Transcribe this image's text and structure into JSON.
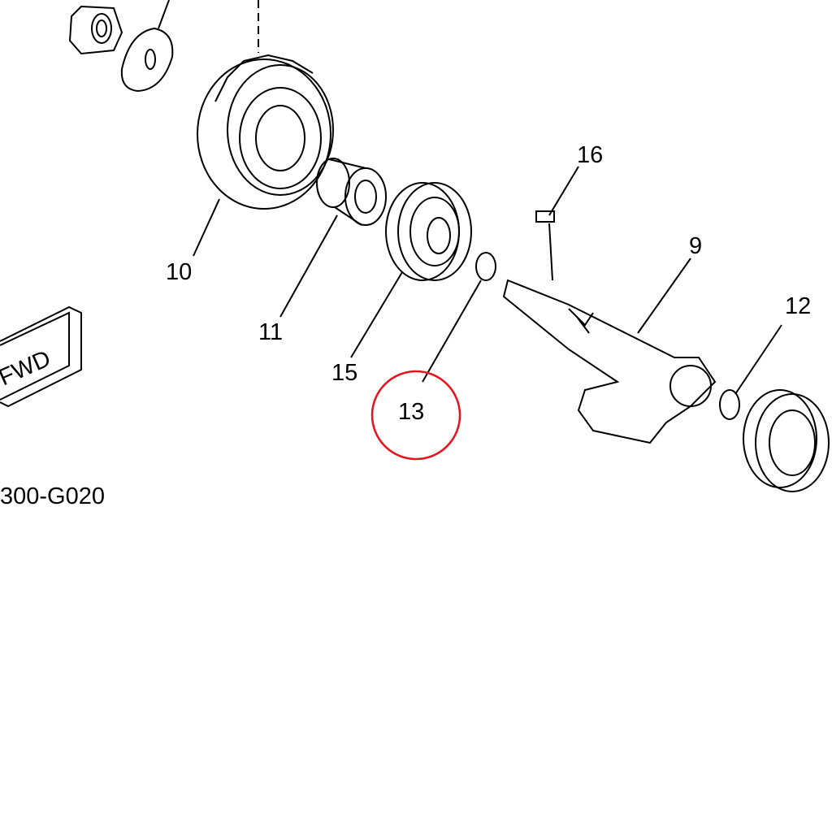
{
  "diagram": {
    "labels": {
      "p16": "16",
      "p9": "9",
      "p12": "12",
      "p10": "10",
      "p11": "11",
      "p15": "15",
      "p13": "13"
    },
    "fwd_label": "FWD",
    "figure_code": "300-G020",
    "highlight_color": "#e8121b"
  }
}
